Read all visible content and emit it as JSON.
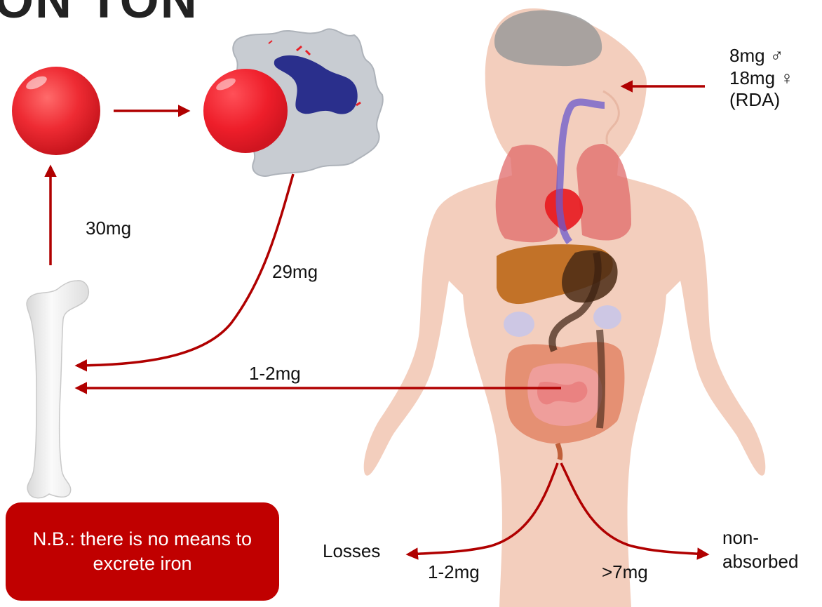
{
  "title_fragment": "ON TON",
  "colors": {
    "arrow": "#b00000",
    "note_bg": "#c00000",
    "rbc": "#e8202a",
    "nucleus": "#2a2f8c",
    "macrophage": "#c9cdd3",
    "body": "#f2c7b4",
    "bone": "#f2f2f2"
  },
  "labels": {
    "bone_to_rbc": "30mg",
    "macrophage_to_bone": "29mg",
    "gut_to_bone": "1-2mg",
    "losses": "Losses",
    "losses_amount": "1-2mg",
    "non_absorbed_amount": ">7mg",
    "non_absorbed": "non-absorbed"
  },
  "intake": {
    "male": "8mg ♂",
    "female": "18mg ♀",
    "note": "(RDA)"
  },
  "note_box": "N.B.: there is no means to excrete iron",
  "icons": [
    "red-blood-cell-icon",
    "macrophage-icon",
    "bone-icon",
    "human-body-icon"
  ]
}
